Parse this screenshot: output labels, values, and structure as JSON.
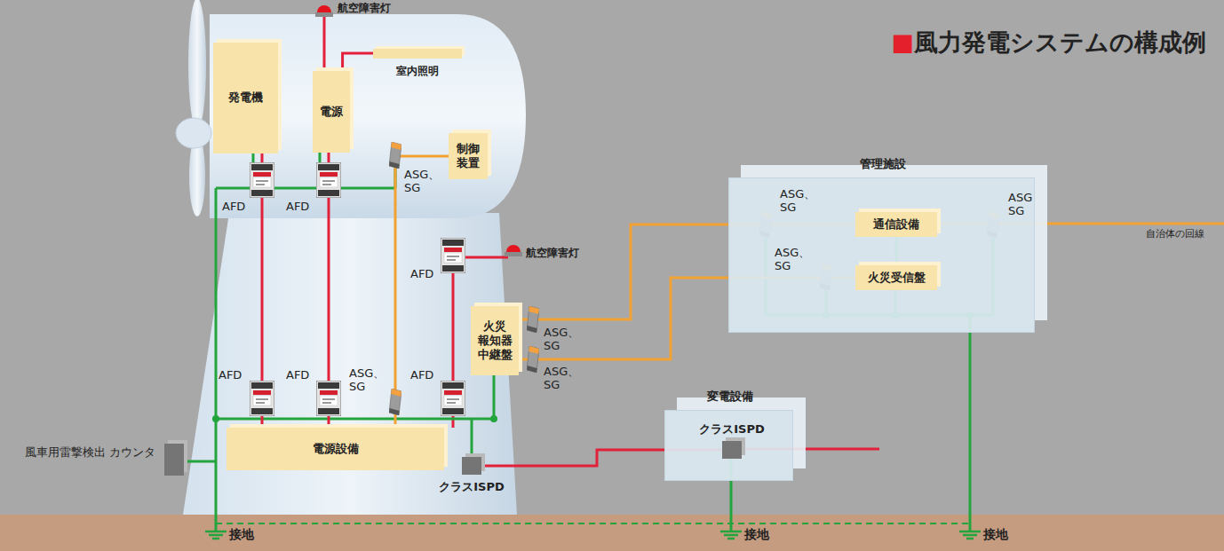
{
  "diagram": {
    "title": "■風力発電システムの構成例",
    "nodes": [
      {
        "text": [
          "発電機"
        ]
      },
      {
        "text": [
          "電源"
        ]
      },
      {
        "text": [
          "室内照明"
        ]
      },
      {
        "text": [
          "制御 装置"
        ]
      },
      {
        "text": [
          "火災 報知器 中継盤"
        ]
      },
      {
        "text": [
          "電源設備"
        ]
      },
      {
        "text": [
          "クラスISPD"
        ]
      },
      {
        "text": [
          "風車用雷撃検出 カウンタ"
        ]
      },
      {
        "text": [
          "管理施設"
        ]
      },
      {
        "text": [
          "通信設備"
        ],
        "in": 8
      },
      {
        "text": [
          "火災受信盤"
        ],
        "in": 8
      },
      {
        "text": [
          "変電設備"
        ]
      },
      {
        "text": [
          "クラスISPD"
        ],
        "in": 11
      }
    ],
    "edges": [
      {
        "from": 1,
        "to": 2,
        "arrow": "none"
      },
      {
        "from": 5,
        "to": 0,
        "arrow": "none"
      },
      {
        "from": 5,
        "to": 1,
        "arrow": "none"
      },
      {
        "from": 5,
        "to": 3,
        "arrow": "none"
      },
      {
        "from": 9,
        "to": 4,
        "arrow": "none"
      },
      {
        "from": 10,
        "to": 4,
        "arrow": "none"
      },
      {
        "from": 6,
        "to": 12,
        "arrow": "none"
      },
      {
        "from": 9,
        "to": 10,
        "arrow": "none"
      }
    ],
    "labels": [
      "航空障害灯",
      "AFD",
      "AFD",
      "ASG、 SG",
      "航空障害灯",
      "AFD",
      "ASG、 SG",
      "ASG、 SG",
      "AFD",
      "AFD",
      "ASG、 SG",
      "AFD",
      "ASG、 SG",
      "ASG、 SG",
      "ASG SG",
      "自治体の回線",
      "接地",
      "接地",
      "接地"
    ]
  }
}
